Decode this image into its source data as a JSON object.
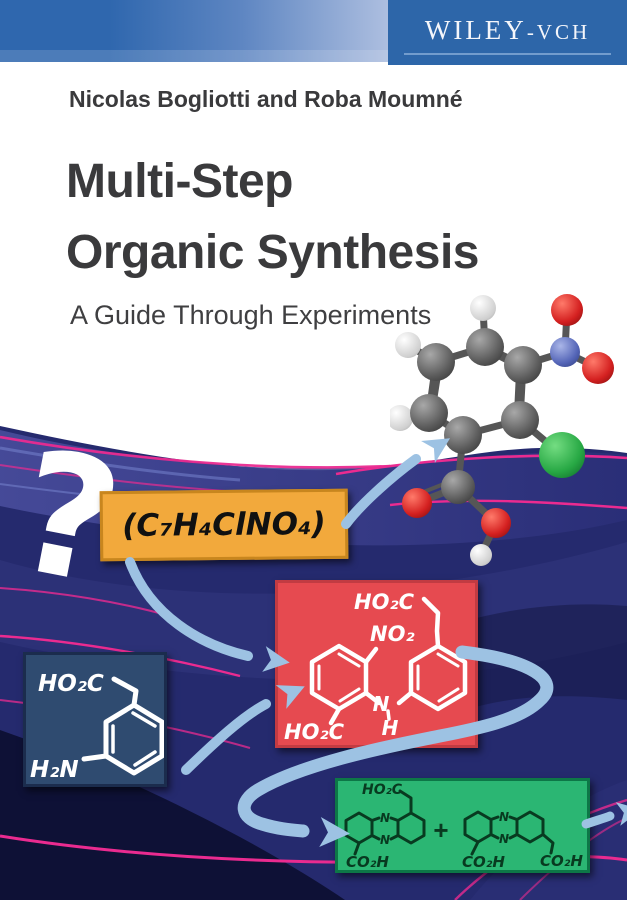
{
  "publisher": {
    "logo_main": "WILEY",
    "logo_sub": "-VCH"
  },
  "authors": "Nicolas Bogliotti and Roba Moumné",
  "title": {
    "line1": "Multi-Step",
    "line2": "Organic Synthesis"
  },
  "subtitle": "A Guide Through Experiments",
  "question_mark": "?",
  "formula_box": {
    "formula": "(C₇H₄ClNO₄)"
  },
  "blue_box": {
    "label_top": "HO₂C",
    "label_bottom": "H₂N"
  },
  "red_box": {
    "label_top": "HO₂C",
    "label_no2": "NO₂",
    "label_bottom": "HO₂C",
    "label_n": "N",
    "label_h": "H"
  },
  "green_box": {
    "label_top_left": "HO₂C",
    "label_bottom_left": "CO₂H",
    "plus": "+",
    "label_bottom_mid": "CO₂H",
    "label_bottom_right": "CO₂H",
    "label_n": "N"
  },
  "colors": {
    "header_blue": "#2d66a9",
    "navy_background": "#252a6e",
    "magenta_line": "#ea2b90",
    "arrow_blue": "#9dc2e3",
    "formula_bg": "#f2a93c",
    "red_box_bg": "#e64a50",
    "blue_box_bg": "#2f4b70",
    "green_box_bg": "#2bb673",
    "title_text": "#3a3a3c",
    "atom_carbon": "#5a5a5a",
    "atom_hydrogen": "#e8e8e8",
    "atom_oxygen": "#d42020",
    "atom_nitrogen": "#5566b8",
    "atom_chlorine": "#27a844"
  }
}
